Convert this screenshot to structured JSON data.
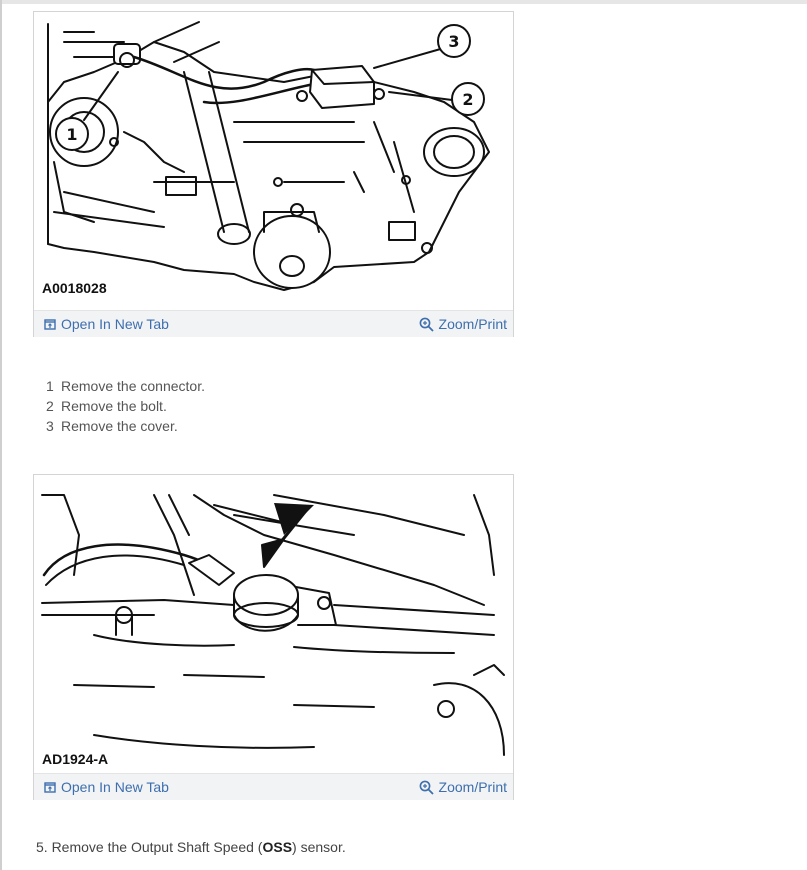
{
  "figures": [
    {
      "code": "A0018028",
      "callouts": [
        "1",
        "2",
        "3"
      ],
      "open_label": "Open In New Tab",
      "zoom_label": "Zoom/Print"
    },
    {
      "code": "AD1924-A",
      "open_label": "Open In New Tab",
      "zoom_label": "Zoom/Print"
    }
  ],
  "steps": [
    {
      "num": "1",
      "text": "Remove the connector."
    },
    {
      "num": "2",
      "text": "Remove the bolt."
    },
    {
      "num": "3",
      "text": "Remove the cover."
    }
  ],
  "final_step": {
    "prefix": "5. Remove the Output Shaft Speed (",
    "abbr": "OSS",
    "suffix": ") sensor."
  },
  "colors": {
    "link": "#3d6fae",
    "bar": "#f2f3f5"
  },
  "icons": [
    "open-new-tab-icon",
    "zoom-icon"
  ]
}
